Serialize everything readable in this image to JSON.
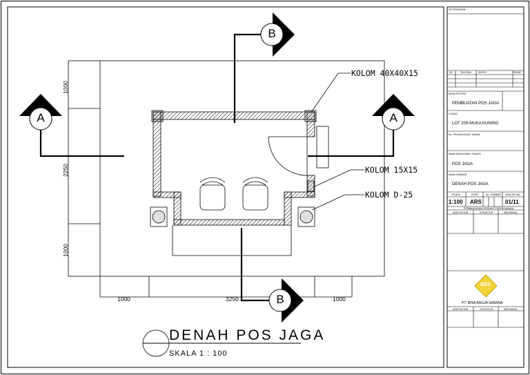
{
  "drawing": {
    "title": "DENAH POS JAGA",
    "scale": "SKALA 1 : 100",
    "labels": {
      "kolom1": "KOLOM 40X40X15",
      "kolom2": "KOLOM 15X15",
      "kolom3": "KOLOM D-25"
    },
    "dims": {
      "bottom_left": "1000",
      "bottom_mid": "3250",
      "bottom_right": "1000",
      "left_top": "1000",
      "left_mid": "2250",
      "left_bot": "1000"
    },
    "sections": {
      "a_left": "A",
      "a_right": "A",
      "b_top": "B",
      "b_bottom": "B"
    }
  },
  "title_block": {
    "keterangan_label": "KETERANGAN",
    "rev_headers": {
      "no": "NO",
      "tanggal": "TANGGAL",
      "revisi": "REVISI",
      "paraf": "PARAF"
    },
    "proyek_label": "NAMA PROYEK",
    "proyek": "PEMBUATAN POS JAGA",
    "lokasi_label": "LOKASI",
    "lokasi": "LOT 209-MUKA KUNING",
    "penanggung_label": "No. PENANGGUNG JAWAB",
    "bangunan_label": "NAMA BANGUNAN / RUANG",
    "bangunan": "POS JAGA",
    "gambar_label": "NAMA GAMBAR",
    "gambar": "DENAH POS JAGA",
    "skala_label": "SKALA",
    "skala": "1:100",
    "kode_label": "KODE",
    "kode": "ARS",
    "nogambar_label": "No. GAMBAR",
    "jumlah_label": "JUMLAH HAL",
    "jumlah": "01/11",
    "pembangunan_label": "PEMBANGUNAN GEDUNG PERENCANAAN",
    "arsitektur": "ARSITEKTUR",
    "struktur": "STRUKTUR",
    "mekanikal": "MEKANIKAL",
    "company_logo": "BBS",
    "company": "PT. BINA BAGJA SARANA"
  },
  "colors": {
    "line": "#000000",
    "logo_fill": "#f3d23a"
  }
}
